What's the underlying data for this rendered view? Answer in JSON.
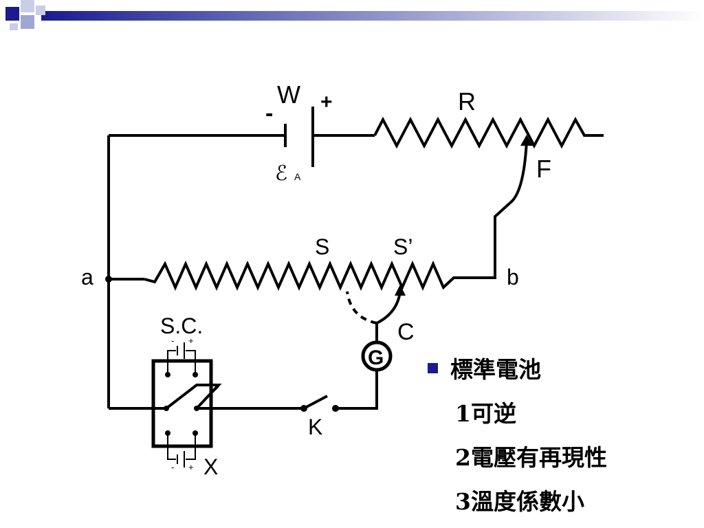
{
  "theme": {
    "accent": "#1b1b8f",
    "accent_light": "#9fa6d4",
    "wire": "#000000"
  },
  "labels": {
    "W": "W",
    "plus": "+",
    "minus": "-",
    "R": "R",
    "F": "F",
    "emf": "ℰ",
    "emf_sub": "A",
    "a": "a",
    "b": "b",
    "S": "S",
    "S_prime": "S’",
    "C": "C",
    "G": "G",
    "SC": "S.C.",
    "K": "K",
    "X": "X",
    "small_plus": "+",
    "small_minus": "-"
  },
  "notes": {
    "title": "標準電池",
    "items": [
      "1可逆",
      "2電壓有再現性",
      "3溫度係數小"
    ]
  }
}
